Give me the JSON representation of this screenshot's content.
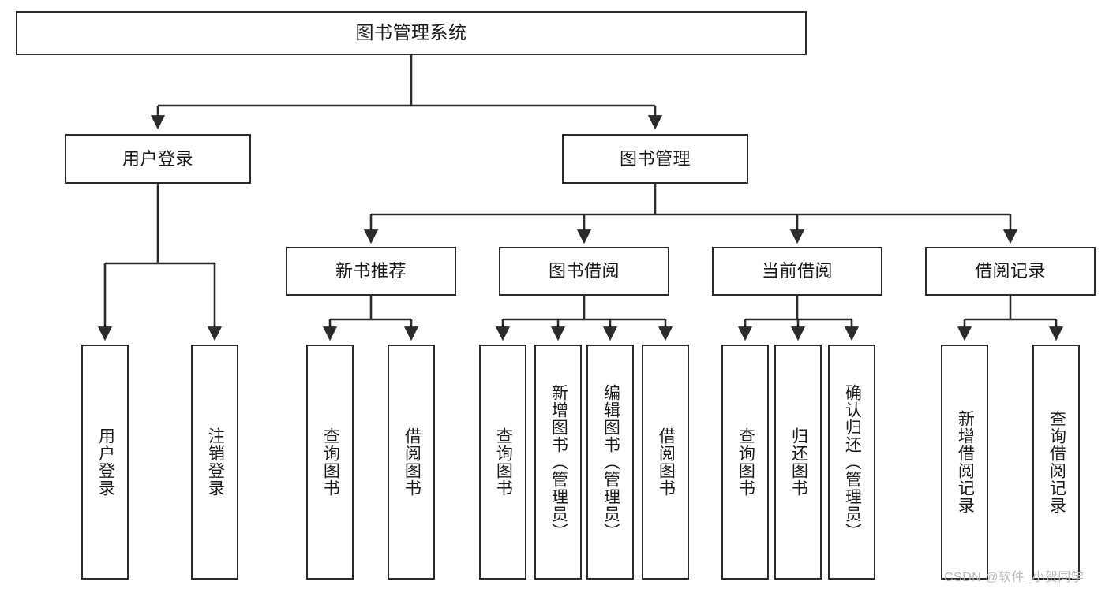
{
  "diagram": {
    "title": "图书管理系统",
    "watermark": "CSDN @软件_小贺同学",
    "stroke_color": "#2b2b2b",
    "background_color": "#ffffff",
    "text_color": "#1a1a1a",
    "watermark_color": "#b9b9b9"
  },
  "nodes": {
    "root": {
      "label": "图书管理系统"
    },
    "level2": [
      {
        "label": "用户登录"
      },
      {
        "label": "图书管理"
      }
    ],
    "level3": [
      {
        "label": "新书推荐"
      },
      {
        "label": "图书借阅"
      },
      {
        "label": "当前借阅"
      },
      {
        "label": "借阅记录"
      }
    ],
    "login_children": [
      {
        "label": "用户登录"
      },
      {
        "label": "注销登录"
      }
    ],
    "newbook_children": [
      {
        "label": "查询图书"
      },
      {
        "label": "借阅图书"
      }
    ],
    "borrow_children": [
      {
        "label": "查询图书"
      },
      {
        "label": "新增图书（管理员）"
      },
      {
        "label": "编辑图书（管理员）"
      },
      {
        "label": "借阅图书"
      }
    ],
    "current_children": [
      {
        "label": "查询图书"
      },
      {
        "label": "归还图书"
      },
      {
        "label": "确认归还（管理员）"
      }
    ],
    "record_children": [
      {
        "label": "新增借阅记录"
      },
      {
        "label": "查询借阅记录"
      }
    ]
  }
}
